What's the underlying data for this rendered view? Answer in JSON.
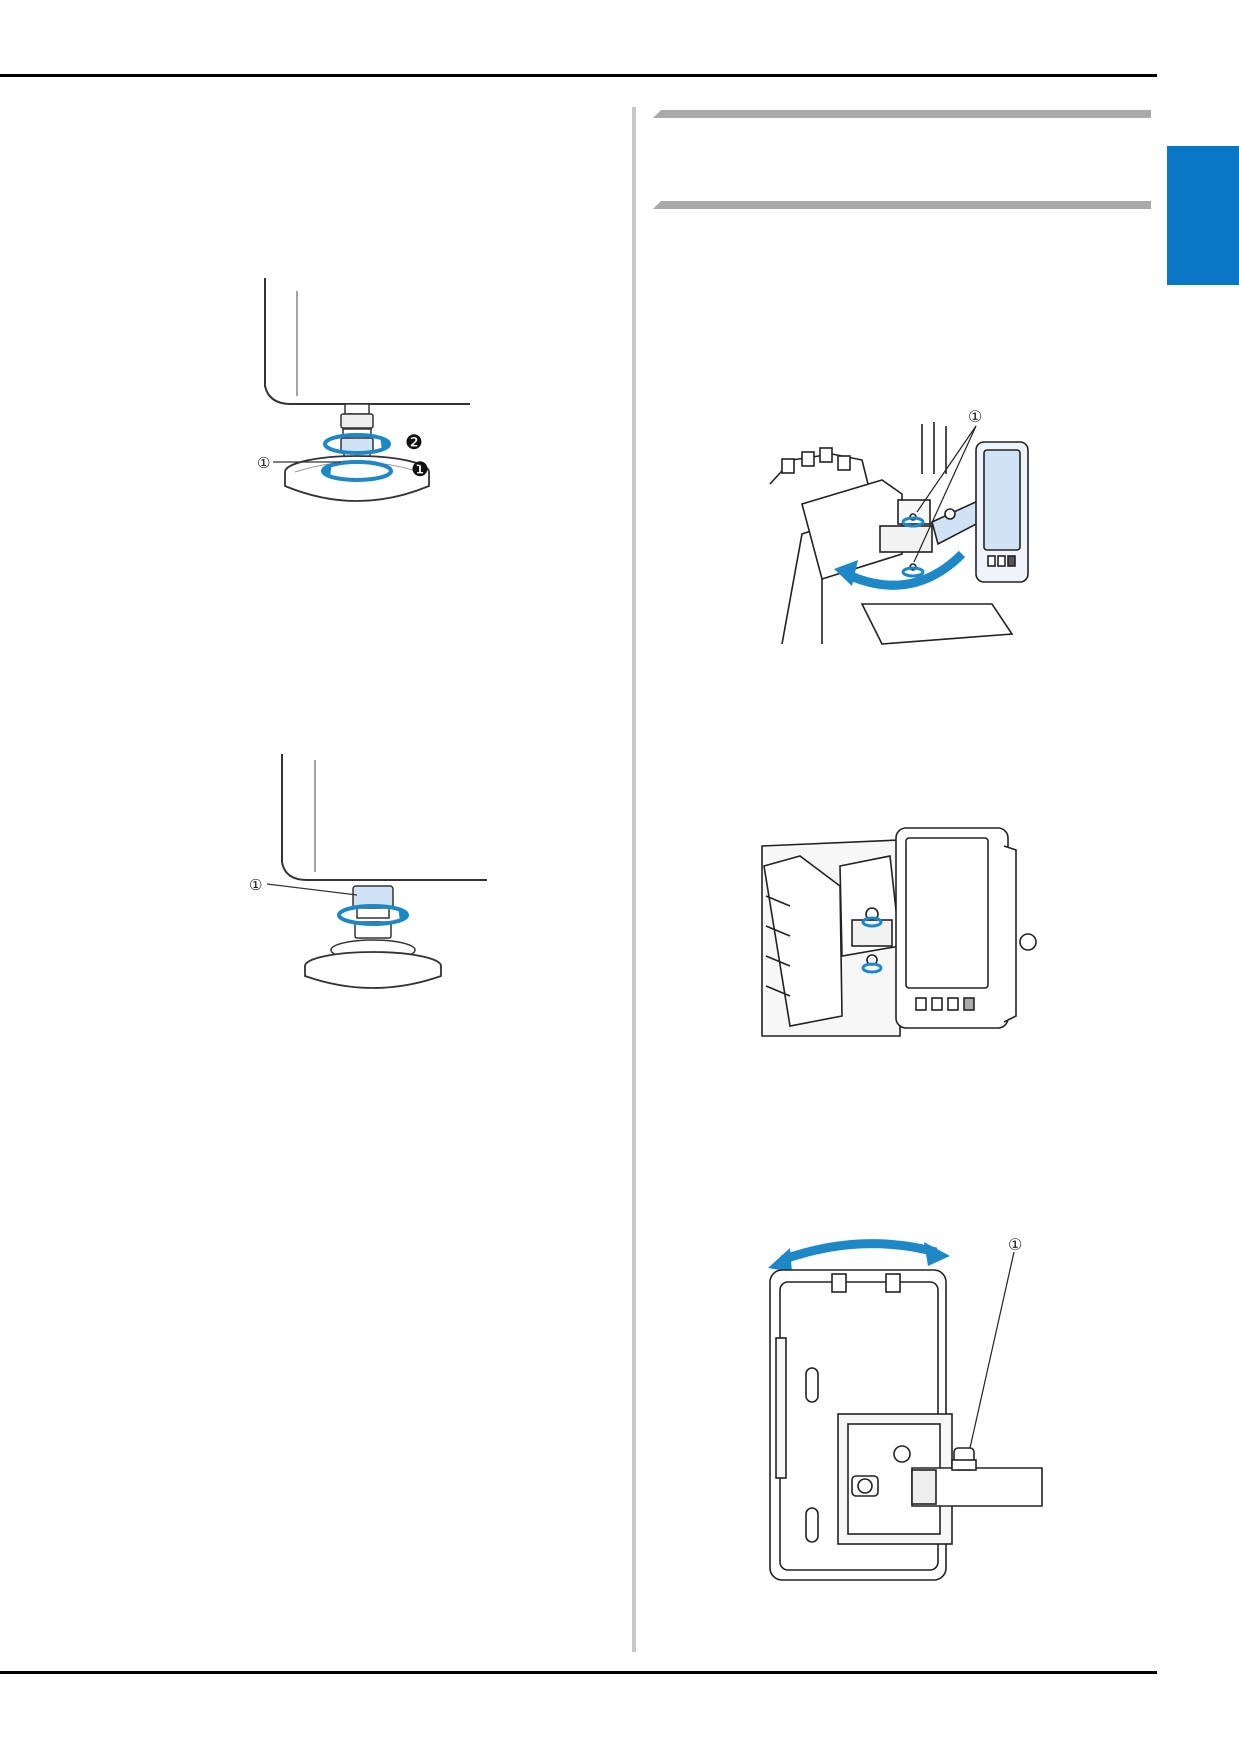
{
  "callouts": {
    "fig1_circled_1": "①",
    "fig1_step_1": "❶",
    "fig1_step_2": "❷",
    "fig2_circled_1": "①",
    "fig3_circled_1": "①",
    "fig5_circled_1": "①"
  },
  "colors": {
    "accent": "#0a77c4",
    "arrow": "#1e88c7",
    "rule": "#000000",
    "separator": "#c8c8c8",
    "section_bar": "#a9a9a9"
  },
  "icons": [
    "chapter-tab",
    "rotation-arrow"
  ]
}
